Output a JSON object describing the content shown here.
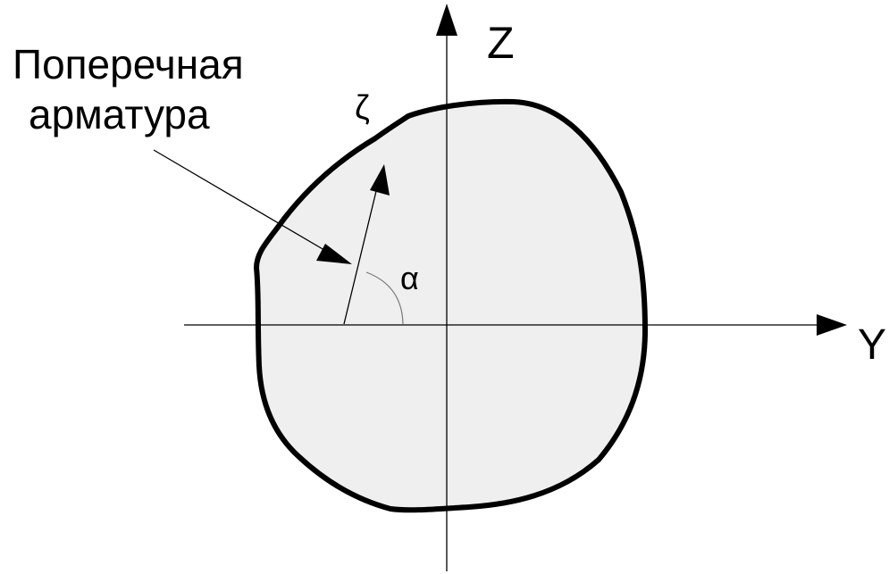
{
  "labels": {
    "reinforcement_line1": "Поперечная",
    "reinforcement_line2": "арматура",
    "zeta": "ζ",
    "alpha": "α",
    "axis_z": "Z",
    "axis_y": "Y"
  },
  "colors": {
    "section_fill": "#efefef",
    "stroke": "#000000",
    "background": "#ffffff"
  }
}
